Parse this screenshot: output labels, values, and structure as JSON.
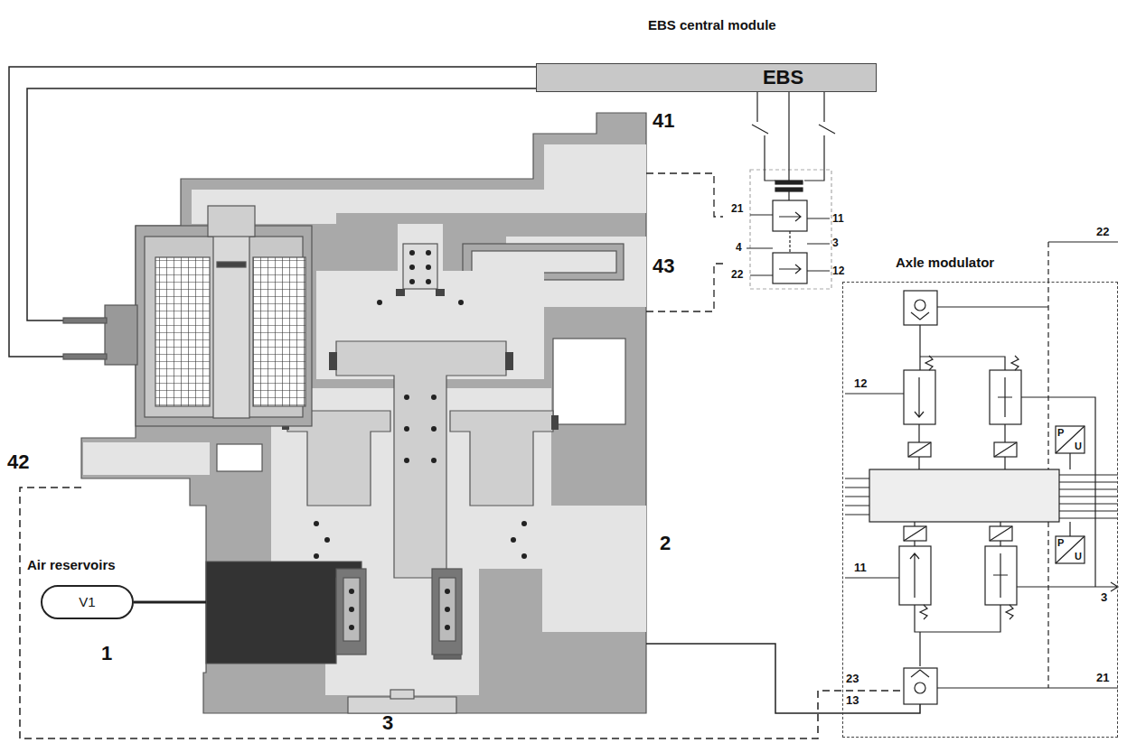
{
  "diagram": {
    "nodes": [
      {
        "text": [
          "EBS"
        ]
      },
      {
        "text": [
          "Air reservoirs",
          "V1"
        ]
      },
      {
        "text": [
          "Axle modulator"
        ]
      }
    ],
    "labels": [
      "EBS central module",
      "41",
      "43",
      "42",
      "2",
      "1",
      "3",
      "21",
      "11",
      "4",
      "3",
      "22",
      "12",
      "22",
      "12",
      "P",
      "U",
      "P",
      "U",
      "11",
      "3",
      "23",
      "13",
      "21"
    ]
  }
}
